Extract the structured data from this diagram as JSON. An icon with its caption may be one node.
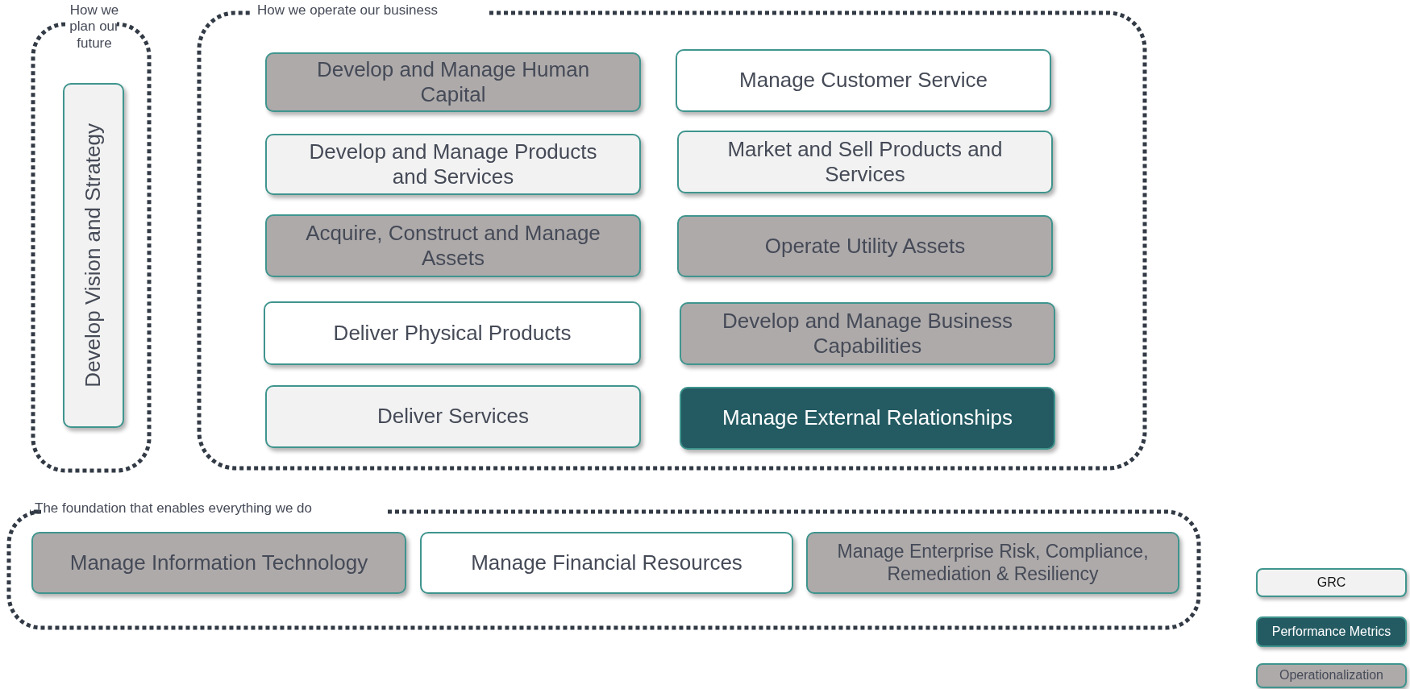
{
  "diagram": {
    "nodes": [
      {
        "text": [
          "How we plan our future"
        ]
      },
      {
        "text": [
          "Develop Vision and Strategy"
        ],
        "in": 0
      },
      {
        "text": [
          "How we operate our business"
        ]
      },
      {
        "text": [
          "Develop and Manage Human Capital"
        ],
        "in": 2
      },
      {
        "text": [
          "Manage Customer Service"
        ],
        "in": 2
      },
      {
        "text": [
          "Develop and Manage Products and Services"
        ],
        "in": 2
      },
      {
        "text": [
          "Market and Sell Products and Services"
        ],
        "in": 2
      },
      {
        "text": [
          "Acquire, Construct and Manage Assets"
        ],
        "in": 2
      },
      {
        "text": [
          "Operate Utility Assets"
        ],
        "in": 2
      },
      {
        "text": [
          "Deliver Physical Products"
        ],
        "in": 2
      },
      {
        "text": [
          "Develop and Manage Business Capabilities"
        ],
        "in": 2
      },
      {
        "text": [
          "Deliver Services"
        ],
        "in": 2
      },
      {
        "text": [
          "Manage External Relationships"
        ],
        "in": 2
      },
      {
        "text": [
          "The foundation that enables everything we do"
        ]
      },
      {
        "text": [
          "Manage Information Technology"
        ],
        "in": 13
      },
      {
        "text": [
          "Manage Financial Resources"
        ],
        "in": 13
      },
      {
        "text": [
          "Manage Enterprise Risk, Compliance, Remediation & Resiliency"
        ],
        "in": 13
      }
    ],
    "edges": [],
    "legend": [
      {
        "text": "GRC",
        "color": "#f2f2f2"
      },
      {
        "text": "Performance Metrics",
        "color": "#245b63"
      },
      {
        "text": "Operationalization",
        "color": "#aeaaaa"
      }
    ]
  }
}
